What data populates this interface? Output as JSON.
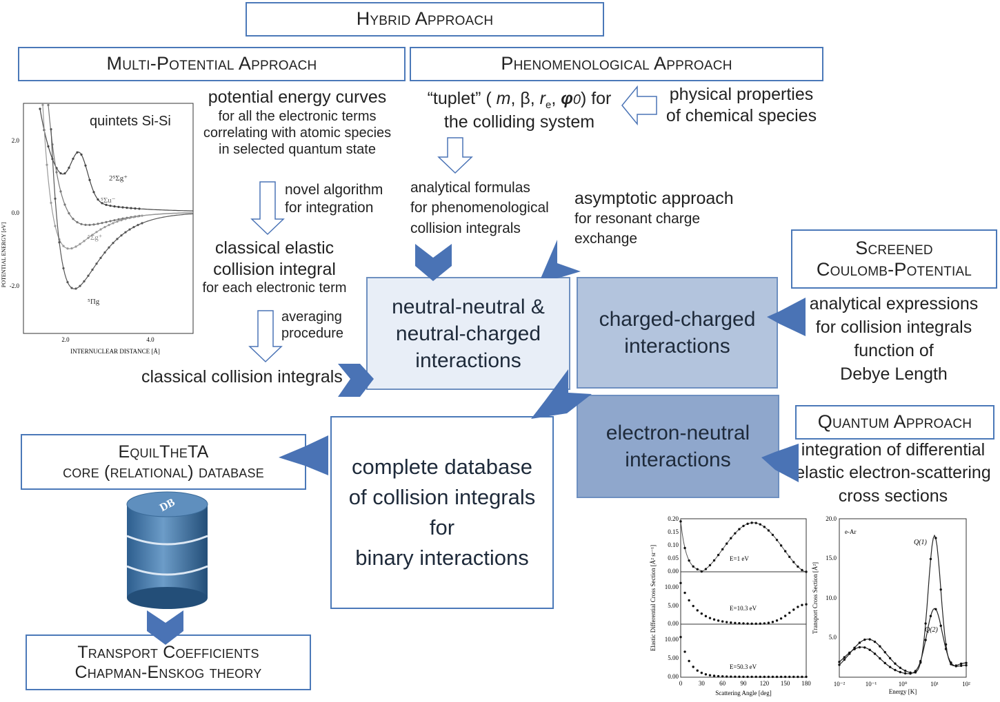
{
  "headers": {
    "hybrid": "Hybrid Approach",
    "multi": "Multi-Potential Approach",
    "pheno": "Phenomenological Approach",
    "screened_l1": "Screened",
    "screened_l2": "Coulomb-Potential",
    "quantum": "Quantum Approach",
    "equil_l1": "EquilTheTA",
    "equil_l2": "core (relational) database",
    "transport_l1": "Transport Coefficients",
    "transport_l2": "Chapman-Enskog theory"
  },
  "texts": {
    "pec_l1": "potential energy curves",
    "pec_l2": "for all the electronic terms",
    "pec_l3": "correlating with atomic species",
    "pec_l4": "in selected quantum state",
    "novel_l1": "novel algorithm",
    "novel_l2": "for integration",
    "classical_l1": "classical elastic",
    "classical_l2": "collision integral",
    "classical_l3": "for each electronic term",
    "averaging_l1": "averaging",
    "averaging_l2": "procedure",
    "classical_ci": "classical collision integrals",
    "tuplet_open": "“tuplet” (",
    "tuplet_m": "m",
    "tuplet_beta": ", β, ",
    "tuplet_r": "r",
    "tuplet_e": "e",
    "tuplet_comma": ", ",
    "tuplet_phi": "φ",
    "tuplet_zero": "0",
    "tuplet_close": ") for",
    "tuplet_l2": "the colliding system",
    "phys_l1": "physical properties",
    "phys_l2": "of chemical species",
    "anal_l1": "analytical formulas",
    "anal_l2": "for phenomenological",
    "anal_l3": "collision integrals",
    "asym_l1": "asymptotic approach",
    "asym_l2": "for resonant charge",
    "asym_l3": "exchange",
    "expr_l1": "analytical expressions",
    "expr_l2": "for collision integrals",
    "expr_l3": "function of",
    "expr_l4": "Debye Length",
    "quant_l1": "integration of differential",
    "quant_l2": "elastic electron-scattering",
    "quant_l3": "cross sections"
  },
  "boxes": {
    "nn_l1": "neutral-neutral &",
    "nn_l2": "neutral-charged",
    "nn_l3": "interactions",
    "cc_l1": "charged-charged",
    "cc_l2": "interactions",
    "en_l1": "electron-neutral",
    "en_l2": "interactions",
    "db_l1": "complete database",
    "db_l2": "of collision integrals",
    "db_l3": "for",
    "db_l4": "binary interactions",
    "db_icon": "DB"
  },
  "pec_chart": {
    "title": "quintets Si-Si",
    "ylabel": "POTENTIAL ENERGY [eV]",
    "xlabel": "INTERNUCLEAR DISTANCE [Å]",
    "xticks": [
      "2.0",
      "4.0"
    ],
    "yticks": [
      "2.0",
      "0.0",
      "-2.0"
    ],
    "curve_labels": [
      "2⁵Σg⁺",
      "⁵Σu⁻",
      "⁵Σg⁺",
      "⁵Πg"
    ]
  },
  "dcs_chart": {
    "ylabel": "Elastic Differential Cross Section [Å² sr⁻¹]",
    "xlabel": "Scattering Angle [deg]",
    "xticks": [
      "0",
      "30",
      "60",
      "90",
      "120",
      "150",
      "180"
    ],
    "panels": [
      {
        "label": "E=1 eV",
        "yticks": [
          "0.20",
          "0.15",
          "0.10",
          "0.05",
          "0.00"
        ]
      },
      {
        "label": "E=10.3 eV",
        "yticks": [
          "10.00",
          "5.00",
          "0.00"
        ]
      },
      {
        "label": "E=50.3 eV",
        "yticks": [
          "10.00",
          "5.00",
          "0.00"
        ]
      }
    ]
  },
  "tcs_chart": {
    "title": "e-Ar",
    "ylabel": "Transport Cross Section [Å²]",
    "xlabel": "Energy [K]",
    "xticks": [
      "10⁻²",
      "10⁻¹",
      "10⁰",
      "10¹",
      "10²"
    ],
    "yticks": [
      "20.0",
      "15.0",
      "10.0",
      "5.0"
    ],
    "q1": "Q(1)",
    "q2": "Q(2)"
  },
  "colors": {
    "header_border": "#4a78b8",
    "arrow_fill": "#4a73b5",
    "box_nn": "#e8eef7",
    "box_cc": "#b3c4dd",
    "box_en": "#8fa7cc",
    "box_border": "#6d8fc0"
  }
}
